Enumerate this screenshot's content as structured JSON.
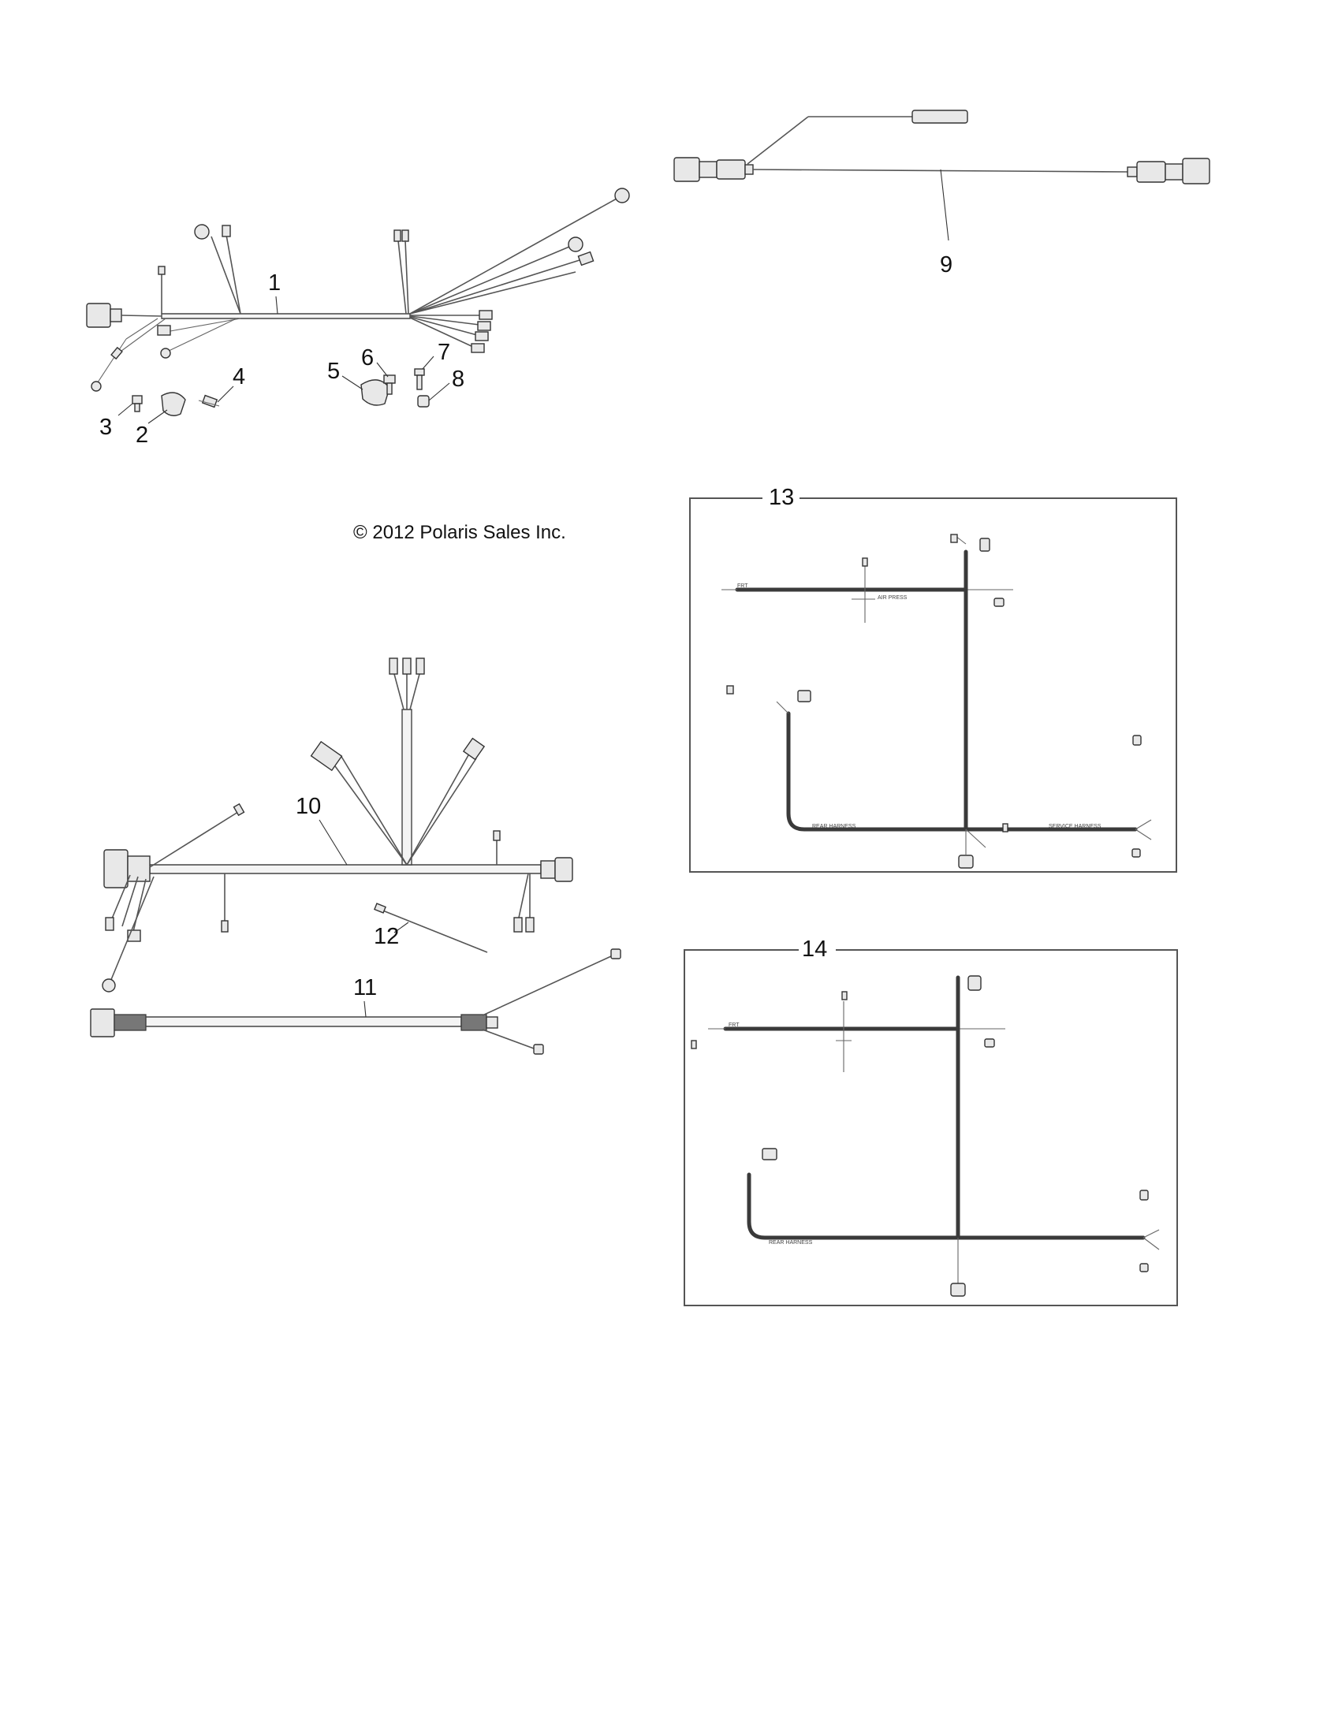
{
  "copyright": "© 2012 Polaris Sales Inc.",
  "callouts": {
    "c1": "1",
    "c2": "2",
    "c3": "3",
    "c4": "4",
    "c5": "5",
    "c6": "6",
    "c7": "7",
    "c8": "8",
    "c9": "9",
    "c10": "10",
    "c11": "11",
    "c12": "12",
    "c13": "13",
    "c14": "14"
  }
}
